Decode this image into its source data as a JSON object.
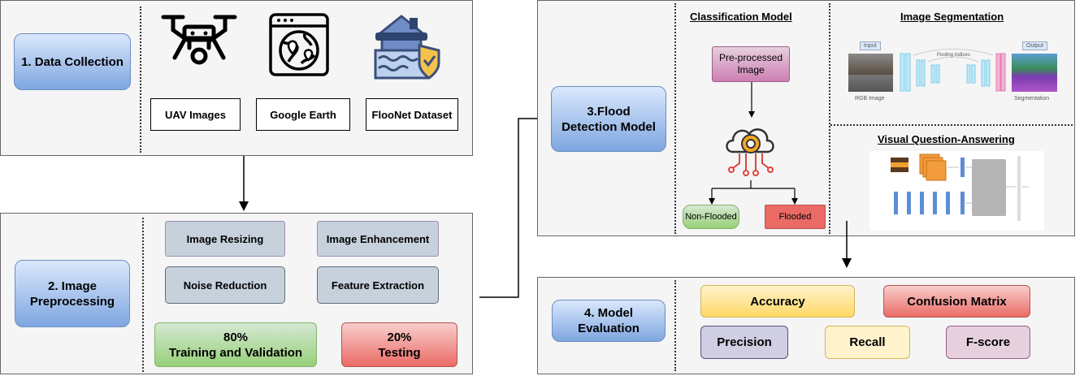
{
  "stage1": {
    "label": "1. Data Collection",
    "sources": [
      "UAV Images",
      "Google Earth",
      "FlooNet Dataset"
    ],
    "icons": [
      "drone-icon",
      "google-earth-icon",
      "flood-house-shield-icon"
    ]
  },
  "stage2": {
    "label": "2. Image Preprocessing",
    "steps": [
      "Image Resizing",
      "Image Enhancement",
      "Noise Reduction",
      "Feature Extraction"
    ],
    "split_train": {
      "pct": "80%",
      "label": "Training and Validation"
    },
    "split_test": {
      "pct": "20%",
      "label": "Testing"
    }
  },
  "stage3": {
    "label": "3.Flood Detection Model",
    "classification": {
      "title": "Classification Model",
      "input": "Pre-processed Image",
      "icon": "ai-cloud-brain-icon",
      "outputs": [
        "Non-Flooded",
        "Flooded"
      ]
    },
    "segmentation": {
      "title": "Image Segmentation",
      "input_tag": "Input",
      "output_tag": "Output",
      "pooling_label": "Pooling Indices",
      "input_caption": "RGB Image",
      "output_caption": "Segmentation"
    },
    "vqa": {
      "title": "Visual Question-Answering"
    }
  },
  "stage4": {
    "label": "4. Model Evaluation",
    "metrics": [
      "Accuracy",
      "Confusion Matrix",
      "Precision",
      "Recall",
      "F-score"
    ]
  },
  "colors": {
    "stage_blue": "#7ea6e0",
    "yellow": "#ffd966",
    "red": "#ea6b66",
    "purple": "#d0cee2",
    "pink": "#e6d0de",
    "green": "#97d077"
  }
}
